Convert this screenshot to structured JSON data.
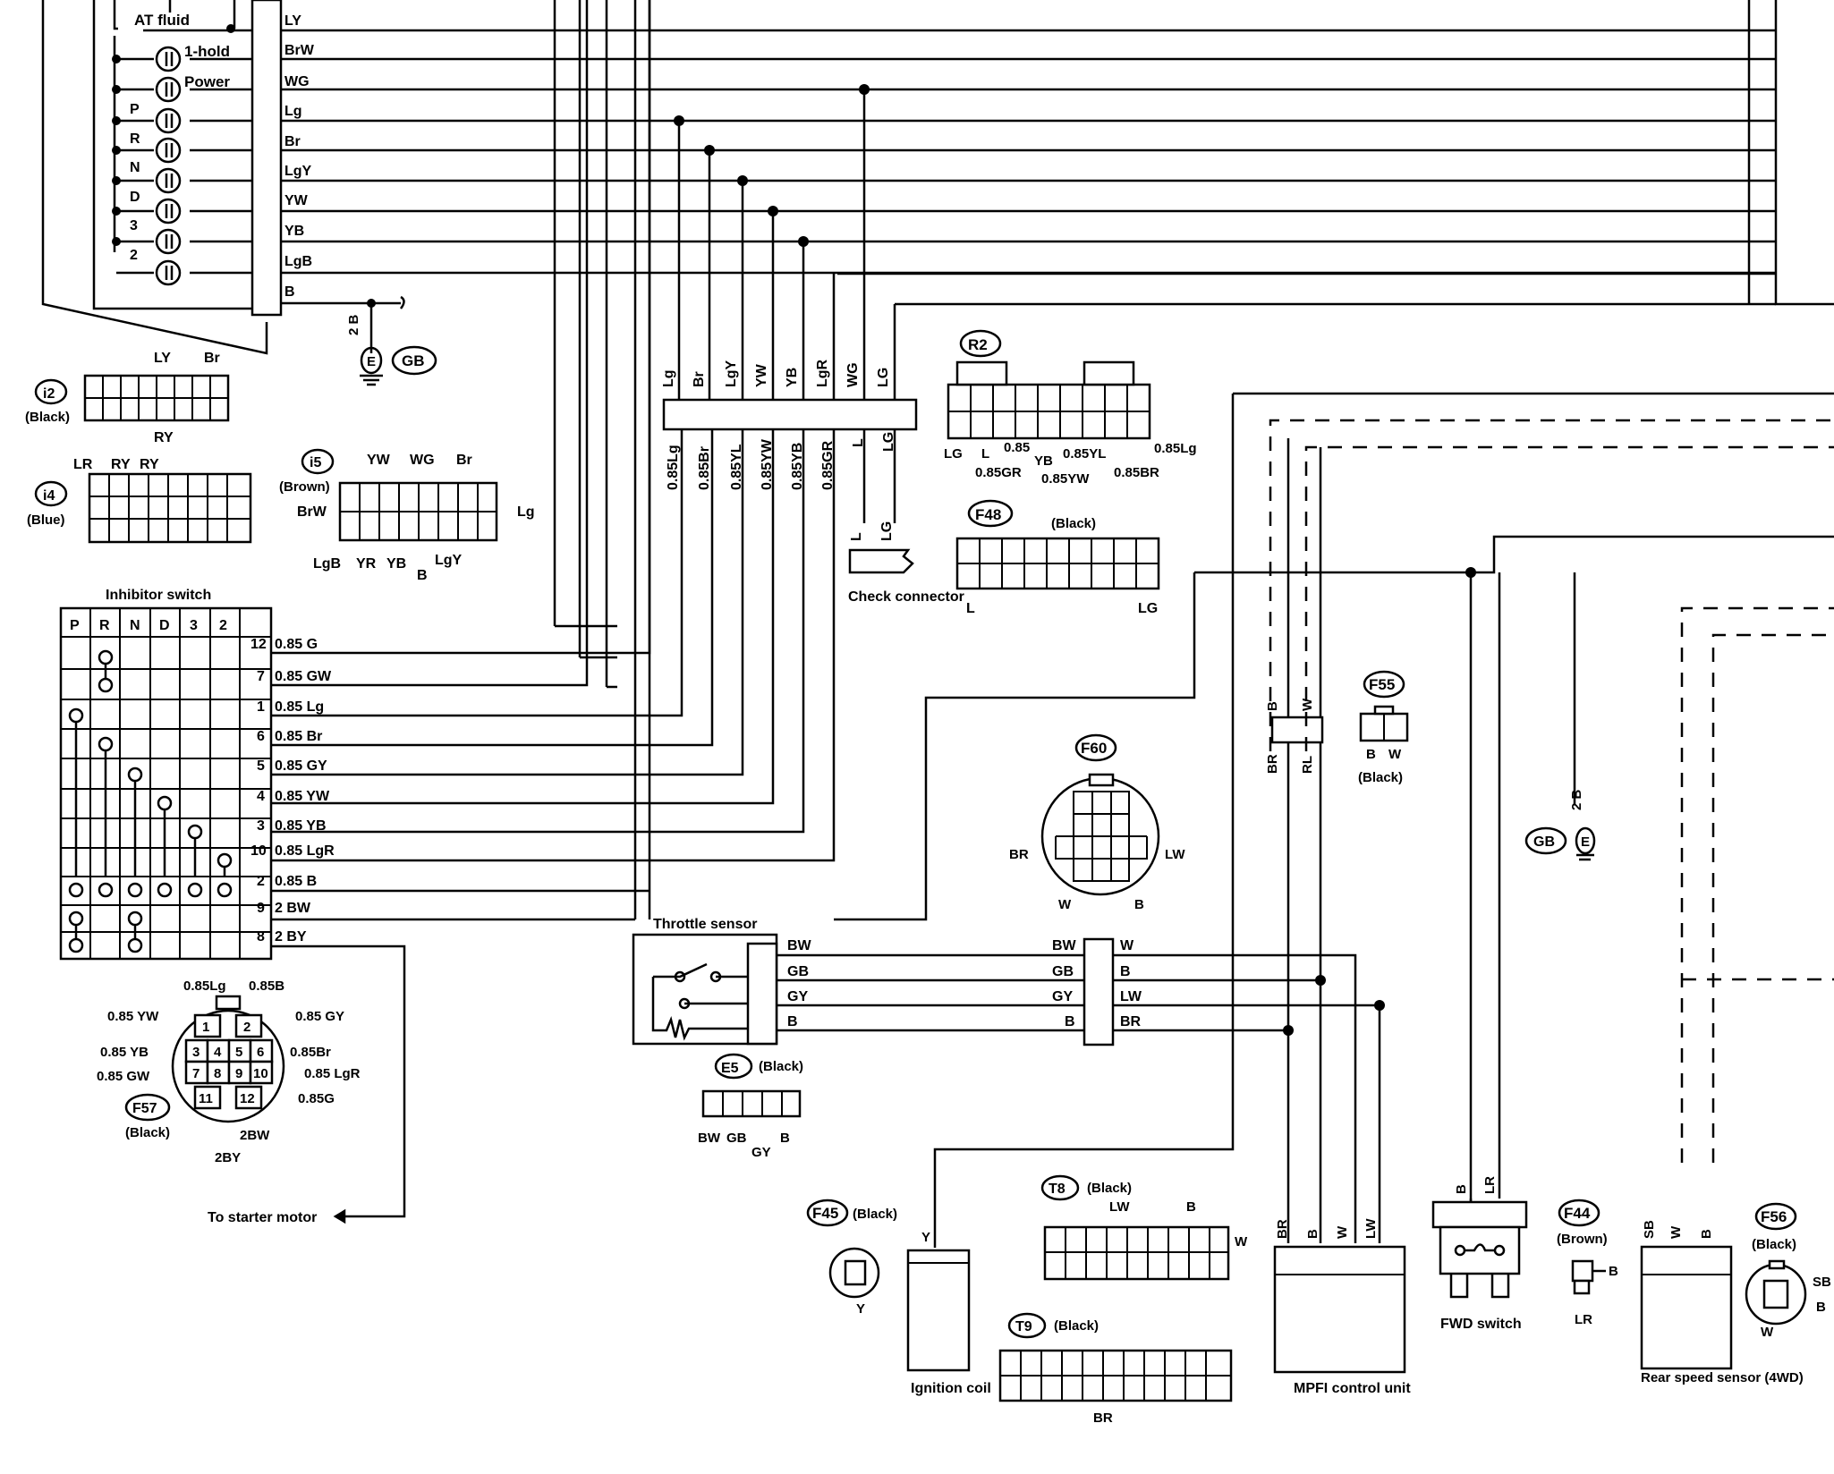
{
  "combination_meter": {
    "indicators": [
      "AT fluid",
      "1-hold",
      "Power",
      "P",
      "R",
      "N",
      "D",
      "3",
      "2"
    ],
    "wires": [
      "LY",
      "BrW",
      "WG",
      "Lg",
      "Br",
      "LgY",
      "YW",
      "YB",
      "LgB",
      "B"
    ]
  },
  "ground_top": {
    "wire": "2 B",
    "symbol": "E",
    "label": "GB"
  },
  "ground_right": {
    "wire": "2 B",
    "symbol": "E",
    "label": "GB"
  },
  "connectors": {
    "i2": {
      "id": "i2",
      "color": "(Black)",
      "pins_top": [
        "LY",
        "Br"
      ],
      "pins_bottom": [
        "RY"
      ]
    },
    "i4": {
      "id": "i4",
      "color": "(Blue)",
      "pins": [
        "LR",
        "RY",
        "RY"
      ]
    },
    "i5": {
      "id": "i5",
      "color": "(Brown)",
      "pins_top": [
        "YW",
        "WG",
        "Br"
      ],
      "left": "BrW",
      "right": "Lg",
      "pins_bottom": [
        "LgB",
        "YR",
        "YB",
        "B",
        "LgY"
      ]
    },
    "R2": {
      "id": "R2",
      "pins": [
        "LG",
        "L",
        "0.85",
        "0.85GR",
        "YB",
        "0.85YW",
        "0.85YL",
        "0.85BR",
        "0.85Lg"
      ]
    },
    "F48": {
      "id": "F48",
      "color": "(Black)",
      "pins": [
        "L",
        "LG"
      ]
    },
    "F55": {
      "id": "F55",
      "color": "(Black)",
      "pins": [
        "B",
        "W"
      ]
    },
    "F60": {
      "id": "F60",
      "pins": [
        "BR",
        "LW",
        "W",
        "B"
      ]
    },
    "E5": {
      "id": "E5",
      "color": "(Black)",
      "pins": [
        "BW",
        "GB",
        "GY",
        "B"
      ]
    },
    "F57": {
      "id": "F57",
      "color": "(Black)",
      "pins": [
        "1",
        "2",
        "3",
        "4",
        "5",
        "6",
        "7",
        "8",
        "9",
        "10",
        "11",
        "12"
      ],
      "labels": [
        "0.85Lg",
        "0.85B",
        "0.85 YW",
        "0.85 GY",
        "0.85 YB",
        "0.85Br",
        "0.85 GW",
        "0.85 LgR",
        "0.85G",
        "2BW",
        "2BY"
      ]
    },
    "F45": {
      "id": "F45",
      "color": "(Black)",
      "pins": [
        "Y"
      ]
    },
    "T8": {
      "id": "T8",
      "color": "(Black)",
      "pins": [
        "LW",
        "B",
        "W"
      ]
    },
    "T9": {
      "id": "T9",
      "color": "(Black)",
      "pins": [
        "BR"
      ]
    },
    "F44": {
      "id": "F44",
      "color": "(Brown)",
      "pins": [
        "B",
        "LR"
      ]
    },
    "F56": {
      "id": "F56",
      "color": "(Black)",
      "pins": [
        "SB",
        "B",
        "W"
      ]
    }
  },
  "harness_top": [
    "Lg",
    "Br",
    "LgY",
    "YW",
    "YB",
    "LgR",
    "WG",
    "LG"
  ],
  "harness_bottom": [
    "0.85Lg",
    "0.85Br",
    "0.85YL",
    "0.85YW",
    "0.85YB",
    "0.85GR",
    "L",
    "LG"
  ],
  "check_connector": {
    "label": "Check connector",
    "wires": [
      "L",
      "LG"
    ]
  },
  "inhibitor_switch": {
    "title": "Inhibitor switch",
    "positions": [
      "P",
      "R",
      "N",
      "D",
      "3",
      "2"
    ],
    "terminals": [
      {
        "pin": "12",
        "wire": "0.85 G"
      },
      {
        "pin": "7",
        "wire": "0.85 GW"
      },
      {
        "pin": "1",
        "wire": "0.85 Lg"
      },
      {
        "pin": "6",
        "wire": "0.85 Br"
      },
      {
        "pin": "5",
        "wire": "0.85 GY"
      },
      {
        "pin": "4",
        "wire": "0.85 YW"
      },
      {
        "pin": "3",
        "wire": "0.85 YB"
      },
      {
        "pin": "10",
        "wire": "0.85 LgR"
      },
      {
        "pin": "2",
        "wire": "0.85 B"
      },
      {
        "pin": "9",
        "wire": "2 BW"
      },
      {
        "pin": "8",
        "wire": "2 BY"
      }
    ]
  },
  "starter_label": "To starter motor",
  "throttle_sensor": {
    "label": "Throttle sensor",
    "wires": [
      "BW",
      "GB",
      "GY",
      "B"
    ]
  },
  "mid_connector": {
    "left": [
      "BW",
      "GB",
      "GY",
      "B"
    ],
    "right": [
      "W",
      "B",
      "LW",
      "BR"
    ]
  },
  "inline_connector": {
    "top": [
      "B",
      "W"
    ],
    "bottom": [
      "BR",
      "RL"
    ]
  },
  "ignition_coil": {
    "label": "Ignition coil",
    "wire": "Y"
  },
  "mpfi": {
    "label": "MPFI control unit",
    "wires": [
      "BR",
      "B",
      "W",
      "LW"
    ]
  },
  "fwd_switch": {
    "label": "FWD switch",
    "wires": [
      "B",
      "LR"
    ]
  },
  "rear_speed_sensor": {
    "label": "Rear speed sensor (4WD)",
    "wires": [
      "SB",
      "W",
      "B"
    ]
  }
}
